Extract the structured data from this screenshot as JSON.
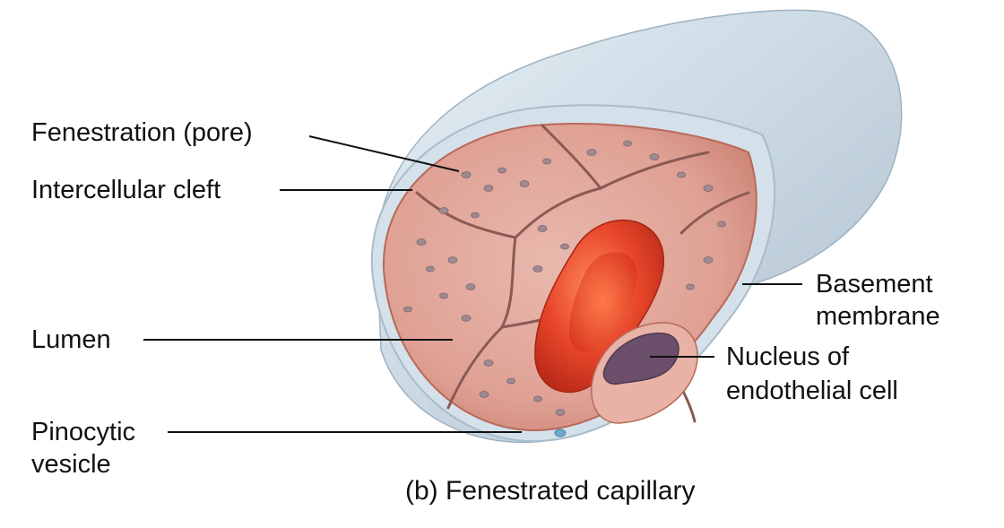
{
  "figure": {
    "caption": "(b) Fenestrated capillary"
  },
  "labels": {
    "fenestration": "Fenestration (pore)",
    "intercellular_cleft": "Intercellular cleft",
    "lumen": "Lumen",
    "pinocytic_line1": "Pinocytic",
    "pinocytic_line2": "vesicle",
    "basement_line1": "Basement",
    "basement_line2": "membrane",
    "nucleus_line1": "Nucleus of",
    "nucleus_line2": "endothelial cell"
  },
  "colors": {
    "basement_membrane": "#c9d8e3",
    "endothelium": "#e3a79c",
    "endothelium_dark": "#cf8677",
    "rbc": "#e3462d",
    "nucleus": "#6b4f6a",
    "leader_line": "#111111"
  }
}
